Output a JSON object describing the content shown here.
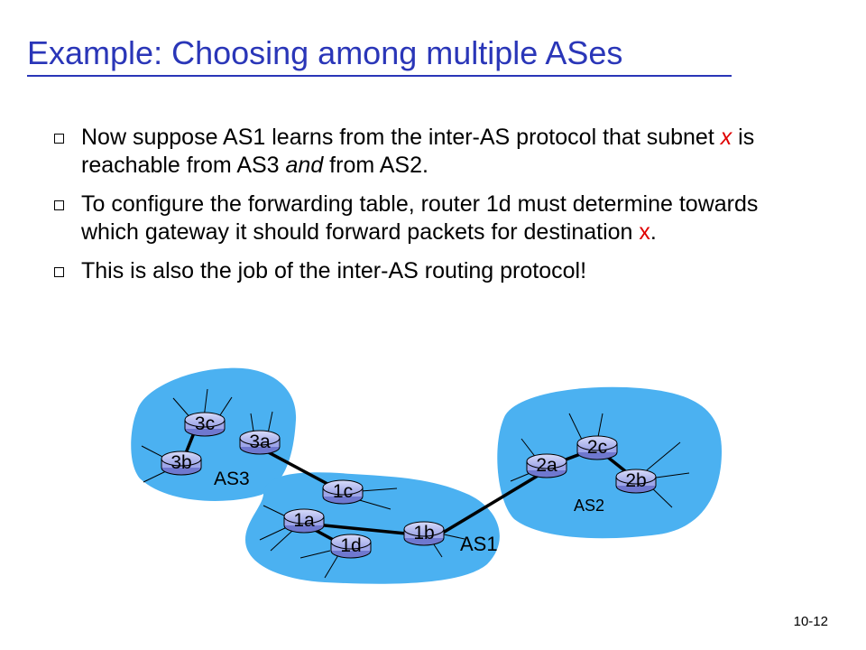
{
  "slide": {
    "title": "Example: Choosing among multiple ASes",
    "slide_number": "10-12"
  },
  "bullets": [
    {
      "p1": "Now suppose AS1 learns from the inter-AS protocol that subnet ",
      "x": "x",
      "p2": " is reachable from AS3 ",
      "and": "and",
      "p3": " from AS2."
    },
    {
      "p1": "To configure the forwarding table, router 1d must determine towards which gateway it should forward packets for destination ",
      "x": "x",
      "p2": "."
    },
    {
      "text": "This is also the job of the inter-AS routing protocol!"
    }
  ],
  "diagram": {
    "routers": {
      "r3c": "3c",
      "r3a": "3a",
      "r3b": "3b",
      "r1c": "1c",
      "r1a": "1a",
      "r1d": "1d",
      "r1b": "1b",
      "r2a": "2a",
      "r2c": "2c",
      "r2b": "2b"
    },
    "as_labels": {
      "as1": "AS1",
      "as2": "AS2",
      "as3": "AS3"
    }
  },
  "colors": {
    "title": "#2a36b8",
    "highlight": "#e00000",
    "as_region": "#4bb1f1",
    "router_fill": "#b9bff0"
  }
}
